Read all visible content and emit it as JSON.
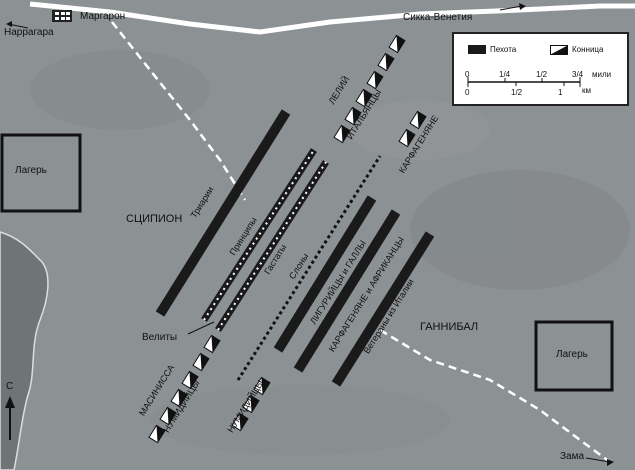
{
  "places": {
    "narragara": "Наррагара",
    "margaron": "Маргарон",
    "sikka": "Сикка-Венетия",
    "zama": "Зама"
  },
  "camps": {
    "left": "Лагерь",
    "right": "Лагерь"
  },
  "roman": {
    "commander": "СЦИПИОН",
    "triarii": "Триарии",
    "principes": "Принципы",
    "hastati": "Гастаты",
    "velites": "Велиты",
    "lelius": "ЛЕЛИЙ",
    "italians": "ИТАЛЬЯНЦЫ",
    "masinissa": "МАСИНИССА",
    "numidians": "НУМИДИЙЦЫ"
  },
  "carthage": {
    "commander": "ГАННИБАЛ",
    "elephants": "Слоны",
    "ligurians": "ЛИГУРИЙЦЫ и ГАЛЛЫ",
    "africans": "КАРФАГЕНЯНЕ и АФРИКАНЦЫ",
    "veterans": "Ветераны из Италии",
    "cavalry": "КАРФАГЕНЯНЕ",
    "numidians": "НУМИДИЙЦЫ"
  },
  "legend": {
    "infantry": "Пехота",
    "cavalry": "Конница",
    "miles_unit": "мили",
    "km_unit": "км",
    "miles_ticks": [
      "0",
      "1/4",
      "1/2",
      "3/4"
    ],
    "km_ticks": [
      "0",
      "1/2",
      "1"
    ]
  },
  "compass": {
    "north": "С"
  },
  "colors": {
    "ground": "#8c9194",
    "infantry": "#1a1a1a",
    "river": "#ffffff"
  }
}
